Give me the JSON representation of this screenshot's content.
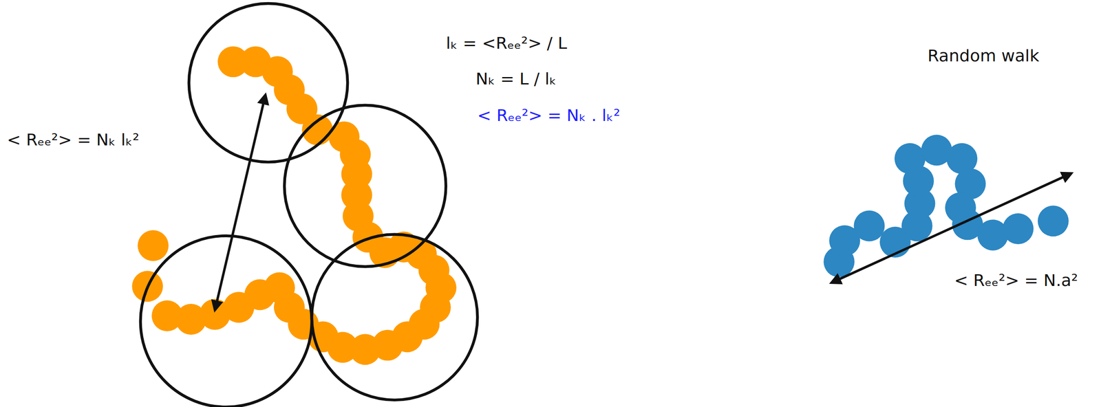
{
  "diagram": {
    "labels": [
      "lₖ = <Rₑₑ²> / L",
      "Nₖ = L / lₖ",
      "< Rₑₑ²> = Nₖ . lₖ²",
      "< Rₑₑ²> = Nₖ lₖ²",
      "Random walk",
      "< Rₑₑ²> = N.a²"
    ]
  }
}
